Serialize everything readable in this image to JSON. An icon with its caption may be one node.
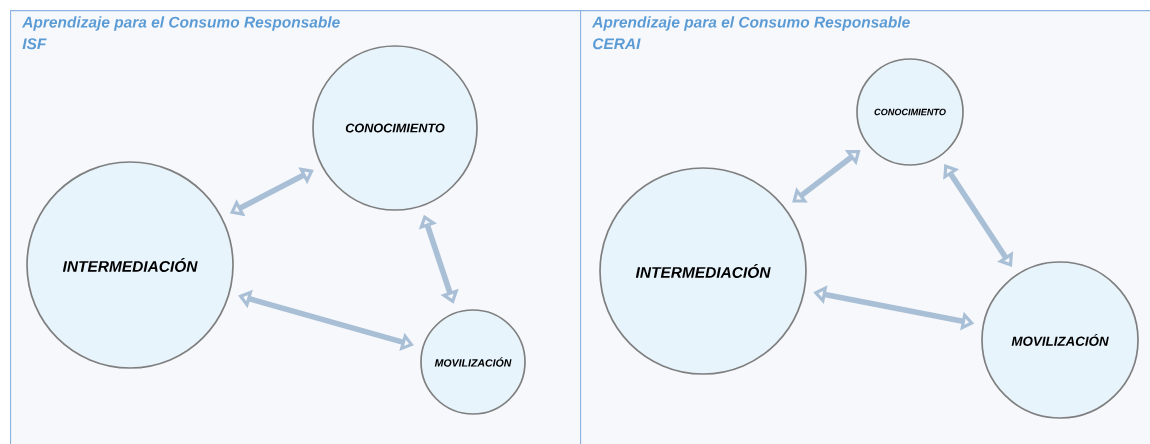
{
  "diagram": {
    "nodes": [
      {
        "text": [
          "Aprendizaje para el Consumo Responsable",
          "ISF"
        ]
      },
      {
        "text": [
          "CONOCIMIENTO"
        ],
        "in": 0
      },
      {
        "text": [
          "INTERMEDIACIÓN"
        ],
        "in": 0
      },
      {
        "text": [
          "MOVILIZACIÓN"
        ],
        "in": 0
      },
      {
        "text": [
          "Aprendizaje para el Consumo Responsable",
          "CERAI"
        ]
      },
      {
        "text": [
          "CONOCIMIENTO"
        ],
        "in": 4
      },
      {
        "text": [
          "INTERMEDIACIÓN"
        ],
        "in": 4
      },
      {
        "text": [
          "MOVILIZACIÓN"
        ],
        "in": 4
      }
    ],
    "edges": [
      {
        "from": 2,
        "to": 1,
        "arrow": "both"
      },
      {
        "from": 1,
        "to": 3,
        "arrow": "both"
      },
      {
        "from": 2,
        "to": 3,
        "arrow": "both"
      },
      {
        "from": 6,
        "to": 5,
        "arrow": "both"
      },
      {
        "from": 5,
        "to": 7,
        "arrow": "both"
      },
      {
        "from": 6,
        "to": 7,
        "arrow": "both"
      }
    ]
  }
}
